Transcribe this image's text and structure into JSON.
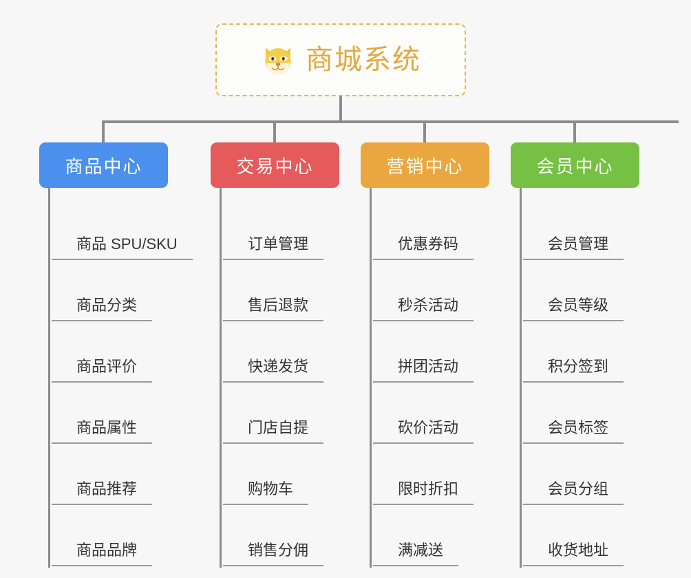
{
  "background_color": "#f7f7f7",
  "root": {
    "title": "商城系统",
    "icon": "shiba-dog-emoji",
    "text_color": "#e3a93f",
    "border_color": "#eab54a"
  },
  "connector_color": "#8c8c8c",
  "categories": [
    {
      "label": "商品中心",
      "color": "#4a90ec",
      "items": [
        {
          "label": "商品 SPU/SKU"
        },
        {
          "label": "商品分类"
        },
        {
          "label": "商品评价"
        },
        {
          "label": "商品属性"
        },
        {
          "label": "商品推荐"
        },
        {
          "label": "商品品牌"
        }
      ]
    },
    {
      "label": "交易中心",
      "color": "#e55a5a",
      "items": [
        {
          "label": "订单管理"
        },
        {
          "label": "售后退款"
        },
        {
          "label": "快递发货"
        },
        {
          "label": "门店自提"
        },
        {
          "label": "购物车"
        },
        {
          "label": "销售分佣"
        }
      ]
    },
    {
      "label": "营销中心",
      "color": "#eaa73f",
      "items": [
        {
          "label": "优惠券码"
        },
        {
          "label": "秒杀活动"
        },
        {
          "label": "拼团活动"
        },
        {
          "label": "砍价活动"
        },
        {
          "label": "限时折扣"
        },
        {
          "label": "满减送"
        }
      ]
    },
    {
      "label": "会员中心",
      "color": "#76c043",
      "items": [
        {
          "label": "会员管理"
        },
        {
          "label": "会员等级"
        },
        {
          "label": "积分签到"
        },
        {
          "label": "会员标签"
        },
        {
          "label": "会员分组"
        },
        {
          "label": "收货地址"
        }
      ]
    }
  ]
}
